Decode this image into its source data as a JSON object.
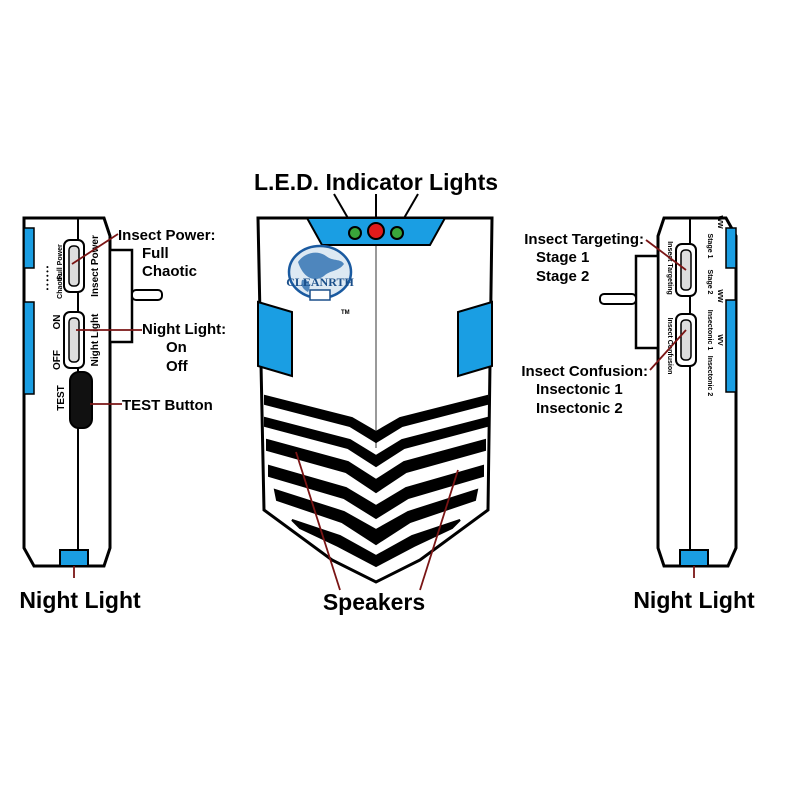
{
  "title": "L.E.D. Indicator Lights",
  "brand": {
    "name": "CLEANRTH",
    "tm": "TM"
  },
  "colors": {
    "accent_blue": "#1a9ee3",
    "led_red": "#e11b1b",
    "led_green": "#3aa63a",
    "outline": "#000000"
  },
  "left_device": {
    "power_switch": {
      "heading": "Insect Power:",
      "options": [
        "Full",
        "Chaotic"
      ],
      "printed_labels": {
        "full": "Full Power",
        "chaotic": "Chaotic",
        "dots": "• • • • • •",
        "name": "Insect Power"
      }
    },
    "night_light_switch": {
      "heading": "Night Light:",
      "options": [
        "On",
        "Off"
      ],
      "printed_labels": {
        "on": "ON",
        "off": "OFF",
        "name": "Night Light"
      }
    },
    "test_button": {
      "label": "TEST Button",
      "printed": "TEST"
    },
    "bottom_label": "Night Light"
  },
  "center_device": {
    "bottom_label": "Speakers"
  },
  "right_device": {
    "targeting_switch": {
      "heading": "Insect Targeting:",
      "options": [
        "Stage 1",
        "Stage 2"
      ],
      "printed_labels": {
        "stage1": "Stage 1",
        "stage2": "Stage 2",
        "name": "Insect Targeting",
        "wave1": "WW",
        "wave2": "WW"
      }
    },
    "confusion_switch": {
      "heading": "Insect Confusion:",
      "options": [
        "Insectonic 1",
        "Insectonic 2"
      ],
      "printed_labels": {
        "ins1": "Insectonic 1",
        "ins2": "Insectonic 2",
        "name": "Insect Confusion",
        "wave": "WV"
      }
    },
    "bottom_label": "Night Light"
  }
}
